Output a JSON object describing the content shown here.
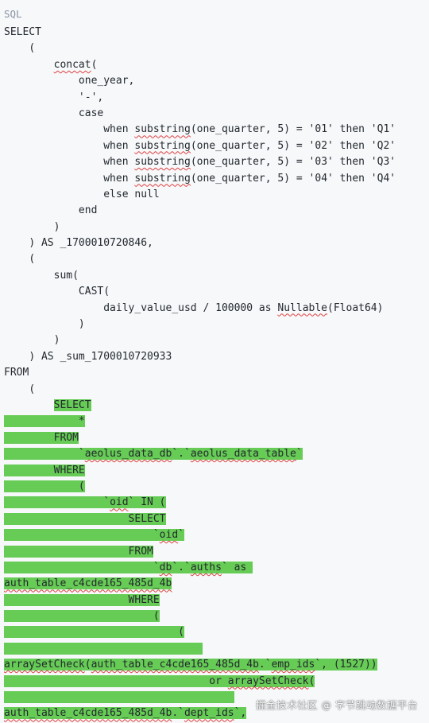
{
  "language_label": "SQL",
  "watermark": "掘金技术社区 @ 字节跳动数据平台",
  "colors": {
    "background": "#f6f8fa",
    "highlight": "#66cc55",
    "spellcheck_underline": "#e04040",
    "text": "#24292e"
  },
  "code_lines": [
    {
      "indent": "",
      "text": "SELECT"
    },
    {
      "indent": "    ",
      "text": "("
    },
    {
      "indent": "        ",
      "text": "concat("
    },
    {
      "indent": "            ",
      "text": "one_year,"
    },
    {
      "indent": "            ",
      "text": "'-',"
    },
    {
      "indent": "            ",
      "text": "case"
    },
    {
      "indent": "                ",
      "text": "when substring(one_quarter, 5) = '01' then 'Q1'"
    },
    {
      "indent": "                ",
      "text": "when substring(one_quarter, 5) = '02' then 'Q2'"
    },
    {
      "indent": "                ",
      "text": "when substring(one_quarter, 5) = '03' then 'Q3'"
    },
    {
      "indent": "                ",
      "text": "when substring(one_quarter, 5) = '04' then 'Q4'"
    },
    {
      "indent": "                ",
      "text": "else null"
    },
    {
      "indent": "            ",
      "text": "end"
    },
    {
      "indent": "        ",
      "text": ")"
    },
    {
      "indent": "    ",
      "text": ") AS _1700010720846,"
    },
    {
      "indent": "    ",
      "text": "("
    },
    {
      "indent": "        ",
      "text": "sum("
    },
    {
      "indent": "            ",
      "text": "CAST("
    },
    {
      "indent": "                ",
      "text": "daily_value_usd / 100000 as Nullable(Float64)"
    },
    {
      "indent": "            ",
      "text": ")"
    },
    {
      "indent": "        ",
      "text": ")"
    },
    {
      "indent": "    ",
      "text": ") AS _sum_1700010720933"
    },
    {
      "indent": "",
      "text": "FROM"
    },
    {
      "indent": "    ",
      "text": "("
    },
    {
      "indent": "        ",
      "text": "SELECT",
      "highlight": "text"
    },
    {
      "indent": "            ",
      "text": "*",
      "highlight": "full"
    },
    {
      "indent": "        ",
      "text": "FROM",
      "highlight": "full"
    },
    {
      "indent": "            ",
      "text": "`aeolus_data_db`.`aeolus_data_table`",
      "highlight": "full"
    },
    {
      "indent": "        ",
      "text": "WHERE",
      "highlight": "full"
    },
    {
      "indent": "            ",
      "text": "(",
      "highlight": "full"
    },
    {
      "indent": "                ",
      "text": "`oid` IN (",
      "highlight": "full"
    },
    {
      "indent": "                    ",
      "text": "SELECT",
      "highlight": "full"
    },
    {
      "indent": "                        ",
      "text": "`oid`",
      "highlight": "full"
    },
    {
      "indent": "                    ",
      "text": "FROM",
      "highlight": "full"
    },
    {
      "indent": "                        ",
      "text": "`db`.`auths` as ",
      "highlight": "full"
    },
    {
      "indent": "",
      "text": "auth_table_c4cde165_485d_4b",
      "highlight": "full"
    },
    {
      "indent": "                    ",
      "text": "WHERE",
      "highlight": "full"
    },
    {
      "indent": "                        ",
      "text": "(",
      "highlight": "full"
    },
    {
      "indent": "                            ",
      "text": "(",
      "highlight": "full"
    },
    {
      "indent": "                                ",
      "text": "",
      "highlight": "full"
    },
    {
      "indent": "",
      "text": "arraySetCheck(auth_table_c4cde165_485d_4b.`emp_ids`, (1527))",
      "highlight": "full"
    },
    {
      "indent": "                                 ",
      "text": "or arraySetCheck(",
      "highlight": "full"
    },
    {
      "indent": "                                     ",
      "text": "",
      "highlight": "full"
    },
    {
      "indent": "",
      "text": "auth_table_c4cde165_485d_4b.`dept_ids`,",
      "highlight": "full"
    }
  ]
}
